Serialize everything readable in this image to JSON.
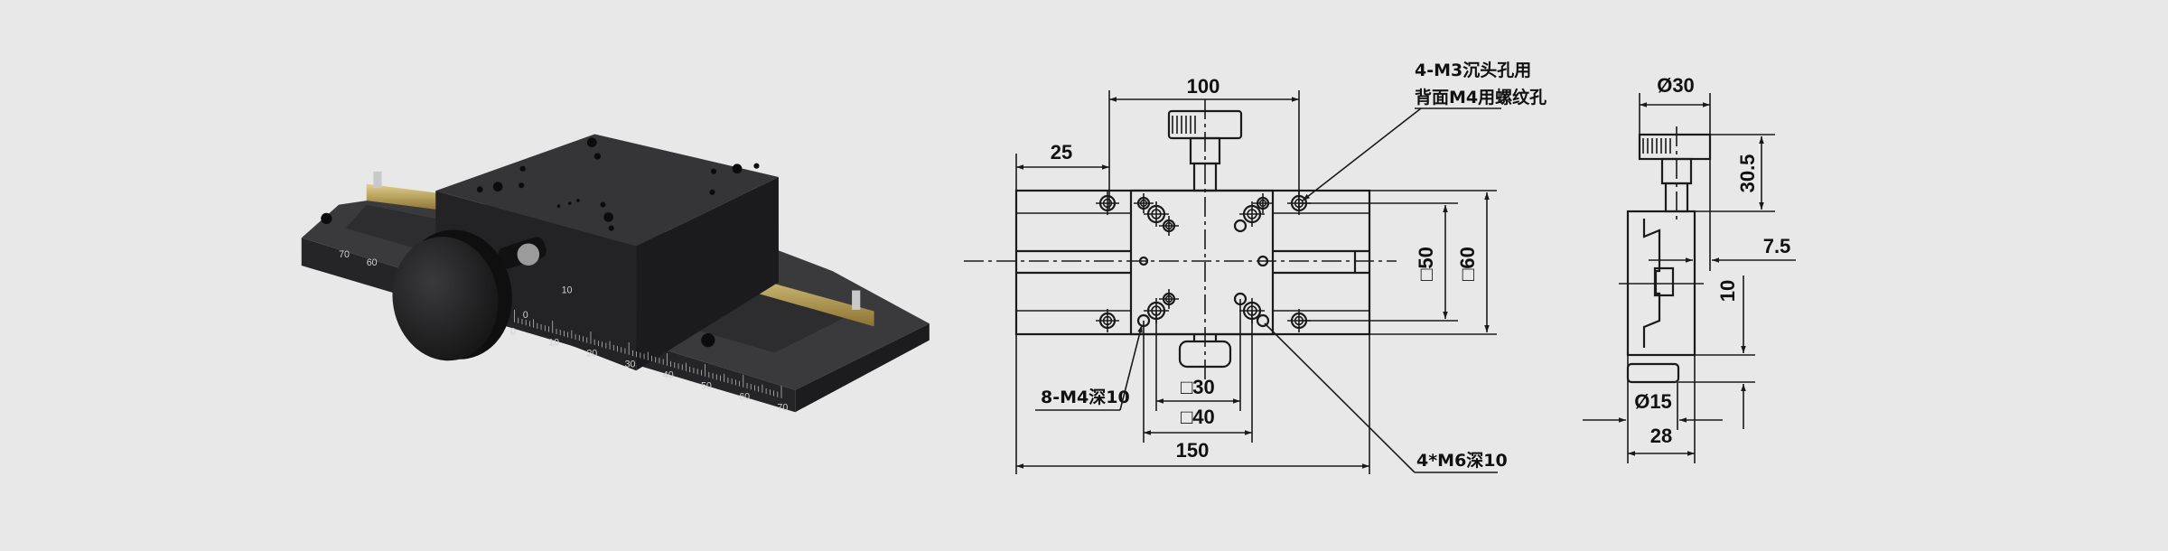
{
  "product_photo": {
    "left_scale_labels": [
      "70",
      "60"
    ],
    "carriage_scale_labels": [
      "10",
      "0"
    ],
    "base_scale_labels": [
      "0",
      "10",
      "20",
      "30",
      "40",
      "50",
      "60",
      "70"
    ],
    "colors": {
      "body": "#2b2b2d",
      "brass": "#b89a4e",
      "background": "#e8e8e8"
    }
  },
  "top_view": {
    "dim_100": "100",
    "dim_25": "25",
    "dim_150": "150",
    "sq_30": "□30",
    "sq_40": "□40",
    "sq_50": "□50",
    "sq_60": "□60",
    "note_m3_line1": "4-M3沉头孔用",
    "note_m3_line2": "背面M4用螺纹孔",
    "note_m4": "8-M4深10",
    "note_m6": "4*M6深10"
  },
  "side_view": {
    "dia_30": "Ø30",
    "dim_30_5": "30.5",
    "dim_7_5": "7.5",
    "dim_10": "10",
    "dia_15": "Ø15",
    "dim_28": "28"
  }
}
